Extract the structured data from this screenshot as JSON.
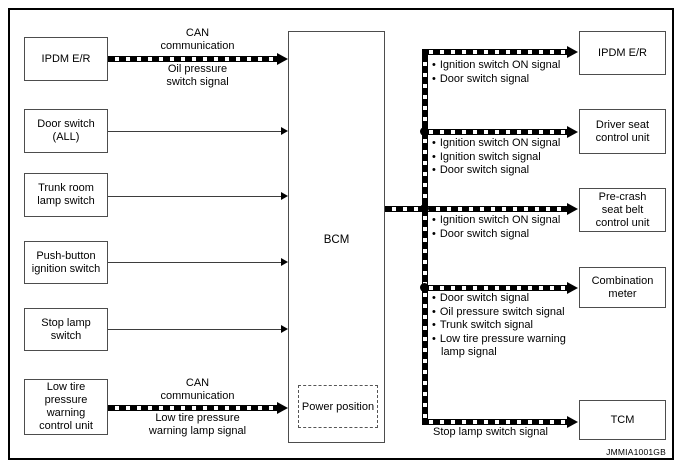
{
  "diagram": {
    "title_code": "JMMIA1001GB",
    "colors": {
      "line": "#000000",
      "box_border": "#4d4d4d",
      "background": "#ffffff"
    },
    "bcm": {
      "label": "BCM",
      "power_position_label": "Power position"
    },
    "left_nodes": [
      {
        "label": "IPDM E/R",
        "link_type": "can-communication",
        "link_above": "CAN\ncommunication",
        "link_below": "Oil pressure\nswitch signal"
      },
      {
        "label": "Door switch\n(ALL)",
        "link_type": "plain"
      },
      {
        "label": "Trunk room\nlamp switch",
        "link_type": "plain"
      },
      {
        "label": "Push-button\nignition switch",
        "link_type": "plain"
      },
      {
        "label": "Stop lamp\nswitch",
        "link_type": "plain"
      },
      {
        "label": "Low tire\npressure\nwarning\ncontrol unit",
        "link_type": "can-communication",
        "link_above": "CAN\ncommunication",
        "link_below": "Low tire pressure\nwarning lamp signal"
      }
    ],
    "right_nodes": [
      {
        "label": "IPDM E/R",
        "signals": [
          "Ignition switch ON signal",
          "Door switch signal"
        ]
      },
      {
        "label": "Driver seat\ncontrol unit",
        "signals": [
          "Ignition switch ON signal",
          "Ignition switch signal",
          "Door switch signal"
        ]
      },
      {
        "label": "Pre-crash\nseat belt\ncontrol unit",
        "signals": [
          "Ignition switch ON signal",
          "Door switch signal"
        ]
      },
      {
        "label": "Combination\nmeter",
        "signals": [
          "Door switch signal",
          "Oil pressure switch signal",
          "Trunk switch signal",
          "Low tire pressure warning\nlamp signal"
        ]
      },
      {
        "label": "TCM",
        "signals": [],
        "note": "Stop lamp switch signal"
      }
    ]
  }
}
